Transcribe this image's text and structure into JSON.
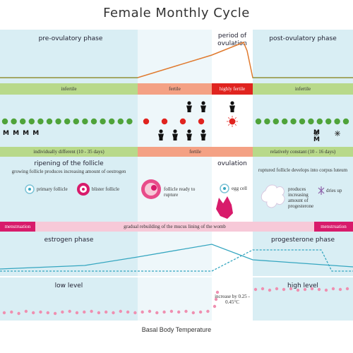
{
  "title": "Female Monthly Cycle",
  "phases": {
    "pre": "pre-ovulatory phase",
    "ovulation": "period of ovulation",
    "post": "post-ovulatory phase"
  },
  "fertility": {
    "infertile_left": "infertile",
    "fertile": "fertile",
    "highly_fertile": "highly fertile",
    "infertile_right": "infertile"
  },
  "marks": {
    "m_left": "M M M M",
    "m_right": "M M"
  },
  "duration": {
    "left": "individually different (10 - 35 days)",
    "middle": "fertile",
    "right": "relatively constant (10 - 16 days)"
  },
  "follicle": {
    "heading": "ripening of the follicle",
    "sub": "growing follicle produces increasing amount of oestrogen",
    "primary": "primary follicle",
    "blister": "blister follicle",
    "ready": "follicle ready to rupture",
    "ovulation_heading": "ovulation",
    "egg": "egg cell",
    "ruptured": "ruptured follicle develops into corpus luteum",
    "produces": "produces increasing amount of progesterone",
    "dries": "dries up"
  },
  "menstruation": {
    "left": "menstruation",
    "middle": "gradual rebuilding of the mucus lining of the womb",
    "right": "menstruation"
  },
  "hormones": {
    "estrogen": "estrogen phase",
    "progesterone": "progesterone phase"
  },
  "temperature": {
    "low": "low level",
    "increase": "increase by 0.25 - 0.45°C",
    "high": "high level",
    "footer": "Basal Body Temperature"
  },
  "colors": {
    "blue": "#d9eef4",
    "green_band": "#b8d98a",
    "fertile_band": "#f4a184",
    "highly_fertile": "#e0241f",
    "pink_band": "#f7c9d8",
    "magenta": "#d81b6b",
    "teal": "#35a6c0",
    "green_dot": "#4fa33a"
  }
}
